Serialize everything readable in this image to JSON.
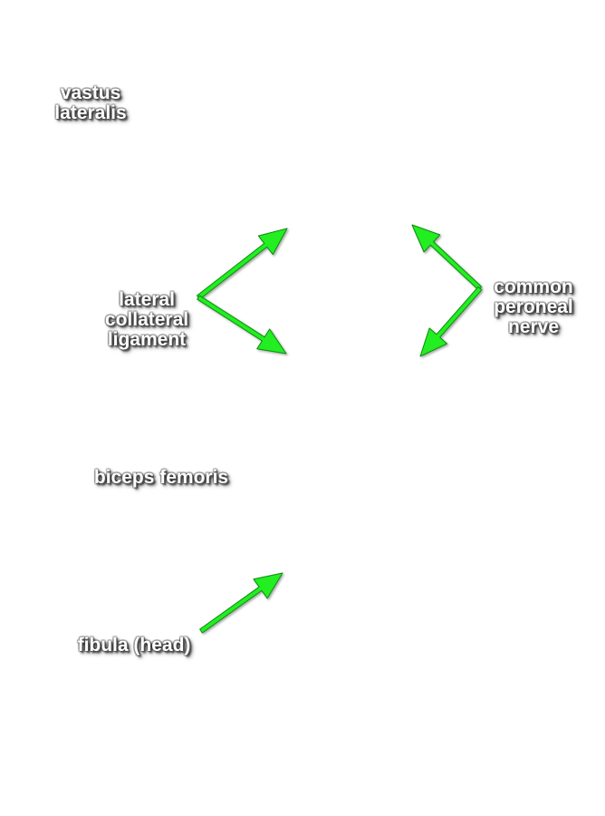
{
  "labels": {
    "vastus_lateralis": [
      "vastus",
      "lateralis"
    ],
    "lateral_collateral_ligament": [
      "lateral",
      "collateral",
      "ligament"
    ],
    "common_peroneal_nerve": [
      "common",
      "peroneal",
      "nerve"
    ],
    "biceps_femoris": "biceps femoris",
    "fibula_head": "fibula (head)"
  },
  "colors": {
    "arrow": "#22ee22",
    "arrow_outline": "#0f8a0f",
    "label_text": "#ffffff",
    "background": "#ffffff"
  }
}
